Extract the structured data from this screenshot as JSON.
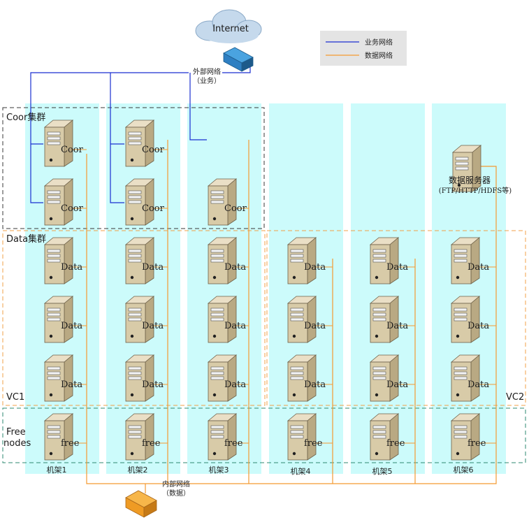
{
  "internet": {
    "label": "Internet"
  },
  "external_switch": {
    "label_line1": "外部网络",
    "label_line2": "（业务）"
  },
  "internal_switch": {
    "label_line1": "内部网络",
    "label_line2": "（数据）"
  },
  "legend": {
    "business": {
      "label": "业务网络",
      "color": "#1a2fd0"
    },
    "data": {
      "label": "数据网络",
      "color": "#f39a32"
    }
  },
  "groups": {
    "coor": "Coor集群",
    "data": "Data集群",
    "vc1": "VC1",
    "vc2": "VC2",
    "free_line1": "Free",
    "free_line2": "nodes"
  },
  "racks": [
    {
      "label": "机架1",
      "servers": [
        "Coor",
        "Coor",
        "Data",
        "Data",
        "Data",
        "free"
      ]
    },
    {
      "label": "机架2",
      "servers": [
        "Coor",
        "Coor",
        "Data",
        "Data",
        "Data",
        "free"
      ]
    },
    {
      "label": "机架3",
      "servers": [
        "Coor",
        "Data",
        "Data",
        "Data",
        "free"
      ]
    },
    {
      "label": "机架4",
      "servers": [
        "Data",
        "Data",
        "Data",
        "free"
      ]
    },
    {
      "label": "机架5",
      "servers": [
        "Data",
        "Data",
        "Data",
        "free"
      ]
    },
    {
      "label": "机架6",
      "servers": [
        "Data",
        "Data",
        "Data",
        "free"
      ]
    }
  ],
  "data_server": {
    "label_line1": "数据服务器",
    "label_line2": "(FTP/HTTP/HDFS等)"
  },
  "colors": {
    "rack_bg": "#ccfbfb",
    "server_body": "#dccfb0",
    "coor_border": "#3a3a3a",
    "group_border": "#f0a24a",
    "free_border": "#2e8a70"
  }
}
